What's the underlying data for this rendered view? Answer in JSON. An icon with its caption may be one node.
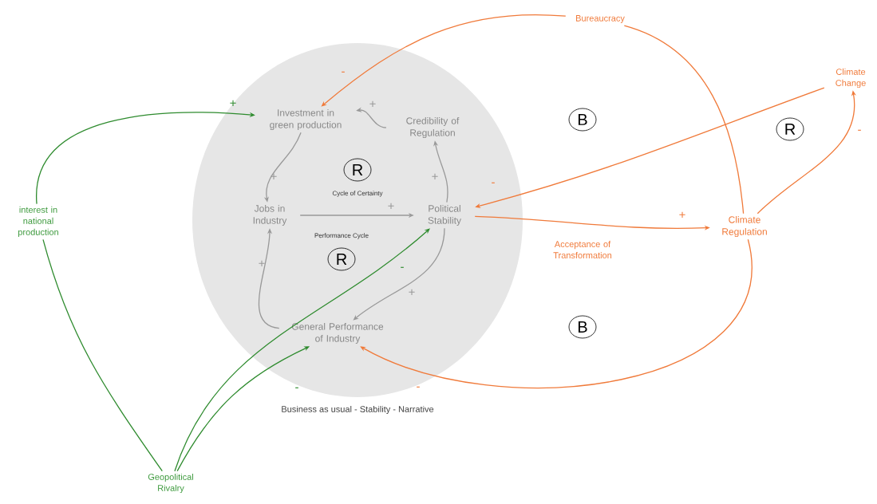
{
  "diagram": {
    "nodes": [
      {
        "text": [
          "Business as usual - Stability - Narrative"
        ]
      },
      {
        "text": [
          "Investment in green production"
        ],
        "in": 0
      },
      {
        "text": [
          "Credibility of Regulation"
        ],
        "in": 0
      },
      {
        "text": [
          "Jobs in Industry"
        ],
        "in": 0
      },
      {
        "text": [
          "Political Stability"
        ],
        "in": 0
      },
      {
        "text": [
          "General Performance of Industry"
        ],
        "in": 0
      },
      {
        "text": [
          "Bureaucracy"
        ]
      },
      {
        "text": [
          "Climate Change"
        ]
      },
      {
        "text": [
          "Climate Regulation"
        ]
      },
      {
        "text": [
          "interest in national production"
        ]
      },
      {
        "text": [
          "Geopolitical Rivalry"
        ]
      },
      {
        "text": [
          "R"
        ],
        "in": 0,
        "beside": [
          "Cycle of Certainty"
        ]
      },
      {
        "text": [
          "R"
        ],
        "in": 0,
        "beside": [
          "Performance Cycle"
        ]
      },
      {
        "text": [
          "B"
        ]
      },
      {
        "text": [
          "R"
        ]
      },
      {
        "text": [
          "B"
        ]
      }
    ],
    "edges": [
      {
        "from": 2,
        "to": 1,
        "arrow": "to",
        "label": "+",
        "color": "#999999"
      },
      {
        "from": 1,
        "to": 3,
        "arrow": "to",
        "label": "+",
        "color": "#999999"
      },
      {
        "from": 3,
        "to": 4,
        "arrow": "to",
        "label": "+",
        "color": "#999999"
      },
      {
        "from": 4,
        "to": 2,
        "arrow": "to",
        "label": "+",
        "color": "#999999"
      },
      {
        "from": 4,
        "to": 5,
        "arrow": "to",
        "label": "+",
        "color": "#999999"
      },
      {
        "from": 5,
        "to": 3,
        "arrow": "to",
        "label": "+",
        "color": "#999999"
      },
      {
        "from": 8,
        "to": 6,
        "arrow": "none",
        "color": "#f07a3a"
      },
      {
        "from": 6,
        "to": 1,
        "arrow": "to",
        "label": "-",
        "color": "#f07a3a"
      },
      {
        "from": 7,
        "to": 4,
        "arrow": "to",
        "label": "-",
        "color": "#f07a3a"
      },
      {
        "from": 4,
        "to": 8,
        "arrow": "to",
        "label": "+",
        "color": "#f07a3a"
      },
      {
        "from": 8,
        "to": 7,
        "arrow": "to",
        "label": "-",
        "color": "#f07a3a"
      },
      {
        "from": 8,
        "to": 5,
        "arrow": "to",
        "label": "-",
        "color": "#f07a3a"
      },
      {
        "from": 10,
        "to": 9,
        "arrow": "none",
        "color": "#2e8b2e"
      },
      {
        "from": 9,
        "to": 1,
        "arrow": "to",
        "label": "+",
        "color": "#2e8b2e"
      },
      {
        "from": 10,
        "to": 4,
        "arrow": "to",
        "label": "-",
        "color": "#2e8b2e"
      },
      {
        "from": 10,
        "to": 5,
        "arrow": "to",
        "label": "-",
        "color": "#2e8b2e"
      }
    ],
    "labels": [
      "Acceptance of Transformation"
    ]
  }
}
